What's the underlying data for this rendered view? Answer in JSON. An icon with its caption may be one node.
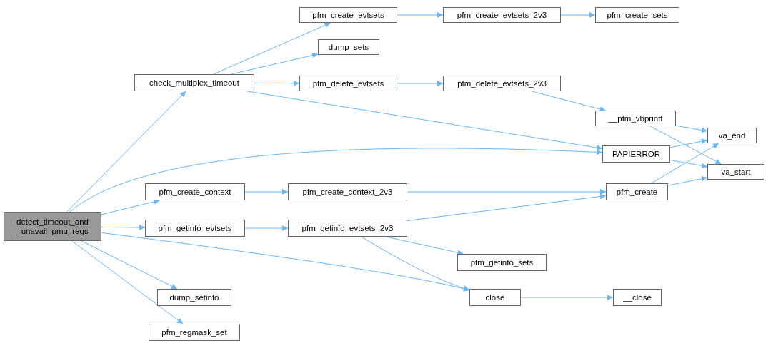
{
  "diagram": {
    "nodes": [
      {
        "text": [
          "detect_timeout_and _unavail_pmu_regs"
        ]
      },
      {
        "text": [
          "check_multiplex_timeout"
        ]
      },
      {
        "text": [
          "pfm_create_evtsets"
        ]
      },
      {
        "text": [
          "pfm_create_evtsets_2v3"
        ]
      },
      {
        "text": [
          "pfm_create_sets"
        ]
      },
      {
        "text": [
          "dump_sets"
        ]
      },
      {
        "text": [
          "pfm_delete_evtsets"
        ]
      },
      {
        "text": [
          "pfm_delete_evtsets_2v3"
        ]
      },
      {
        "text": [
          "__pfm_vbprintf"
        ]
      },
      {
        "text": [
          "PAPIERROR"
        ]
      },
      {
        "text": [
          "va_end"
        ]
      },
      {
        "text": [
          "va_start"
        ]
      },
      {
        "text": [
          "pfm_create_context"
        ]
      },
      {
        "text": [
          "pfm_create_context_2v3"
        ]
      },
      {
        "text": [
          "pfm_create"
        ]
      },
      {
        "text": [
          "pfm_getinfo_evtsets"
        ]
      },
      {
        "text": [
          "pfm_getinfo_evtsets_2v3"
        ]
      },
      {
        "text": [
          "pfm_getinfo_sets"
        ]
      },
      {
        "text": [
          "close"
        ]
      },
      {
        "text": [
          "__close"
        ]
      },
      {
        "text": [
          "dump_setinfo"
        ]
      },
      {
        "text": [
          "pfm_regmask_set"
        ]
      }
    ],
    "edges": [
      {
        "from": 0,
        "to": 1,
        "arrow": "to"
      },
      {
        "from": 0,
        "to": 9,
        "arrow": "to"
      },
      {
        "from": 0,
        "to": 12,
        "arrow": "to"
      },
      {
        "from": 0,
        "to": 15,
        "arrow": "to"
      },
      {
        "from": 0,
        "to": 18,
        "arrow": "to"
      },
      {
        "from": 0,
        "to": 20,
        "arrow": "to"
      },
      {
        "from": 0,
        "to": 21,
        "arrow": "to"
      },
      {
        "from": 1,
        "to": 2,
        "arrow": "to"
      },
      {
        "from": 1,
        "to": 5,
        "arrow": "to"
      },
      {
        "from": 1,
        "to": 6,
        "arrow": "to"
      },
      {
        "from": 1,
        "to": 9,
        "arrow": "to"
      },
      {
        "from": 2,
        "to": 3,
        "arrow": "to"
      },
      {
        "from": 3,
        "to": 4,
        "arrow": "to"
      },
      {
        "from": 6,
        "to": 7,
        "arrow": "to"
      },
      {
        "from": 7,
        "to": 8,
        "arrow": "to"
      },
      {
        "from": 8,
        "to": 10,
        "arrow": "to"
      },
      {
        "from": 8,
        "to": 11,
        "arrow": "to"
      },
      {
        "from": 9,
        "to": 10,
        "arrow": "to"
      },
      {
        "from": 9,
        "to": 11,
        "arrow": "to"
      },
      {
        "from": 12,
        "to": 13,
        "arrow": "to"
      },
      {
        "from": 13,
        "to": 14,
        "arrow": "to"
      },
      {
        "from": 14,
        "to": 10,
        "arrow": "to"
      },
      {
        "from": 14,
        "to": 11,
        "arrow": "to"
      },
      {
        "from": 15,
        "to": 16,
        "arrow": "to"
      },
      {
        "from": 16,
        "to": 14,
        "arrow": "to"
      },
      {
        "from": 16,
        "to": 17,
        "arrow": "to"
      },
      {
        "from": 16,
        "to": 18,
        "arrow": "to"
      },
      {
        "from": 18,
        "to": 19,
        "arrow": "to"
      }
    ]
  }
}
